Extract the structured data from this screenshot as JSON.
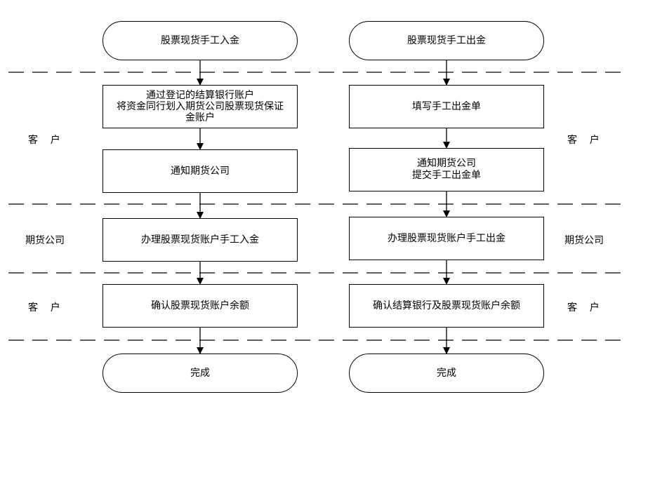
{
  "left_flow": {
    "start": "股票现货手工入金",
    "step1": "通过登记的结算银行账户\n将资金同行划入期货公司股票现货保证\n金账户",
    "step2": "通知期货公司",
    "step3": "办理股票现货账户手工入金",
    "step4": "确认股票现货账户余额",
    "end": "完成"
  },
  "right_flow": {
    "start": "股票现货手工出金",
    "step1": "填写手工出金单",
    "step2": "通知期货公司\n提交手工出金单",
    "step3": "办理股票现货账户手工出金",
    "step4": "确认结算银行及股票现货账户余额",
    "end": "完成"
  },
  "lanes": {
    "left": [
      "客    户",
      "期货公司",
      "客    户"
    ],
    "right": [
      "客    户",
      "期货公司",
      "客    户"
    ]
  }
}
